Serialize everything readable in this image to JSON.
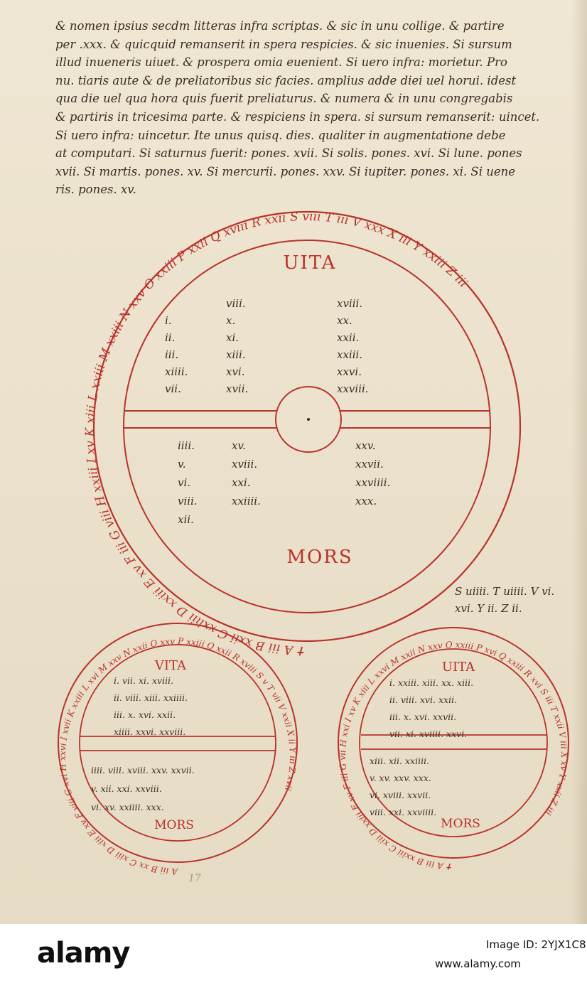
{
  "text_lines": [
    "& nomen ipsius secdm litteras infra scriptas. & sic in unu collige. & partire",
    "per .xxx. & quicquid remanserit in spera respicies. & sic inuenies. Si sursum",
    "illud inueneris uiuet. & prospera omia euenient. Si uero infra: morietur. Pro",
    "nu. tiaris aute & de preliatoribus sic facies. amplius adde diei uel horui. idest",
    "qua die uel qua hora quis fuerit preliaturus. & numera & in unu congregabis",
    "& partiris in tricesima parte. & respiciens in spera. si sursum remanserit: uincet.",
    "Si uero infra: uincetur. Ite unus quisq. dies. qualiter in augmentatione debe",
    "at computari. Si saturnus fuerit: pones. xvii. Si solis. pones. xvi. Si lune. pones",
    "xvii. Si martis. pones. xv. Si mercurii. pones. xxv. Si iupiter. pones. xi. Si uene",
    "ris. pones. xv."
  ],
  "big_circle": {
    "vita_label": "UITA",
    "mors_label": "MORS",
    "ring_text": "✝ A iii B xxii C xxiiii D xxiii E xv F iii G viii H xxiii I xv K xiii L xxiii M xxiii N xxv O xxiii P xxii Q xviii R xxii S viii T iii V xxx X iii Y xxiii Z iii",
    "upper_rows": [
      [
        "",
        "viii.",
        "xviii."
      ],
      [
        "i.",
        "x.",
        "xx."
      ],
      [
        "ii.",
        "xi.",
        "xxii."
      ],
      [
        "iii.",
        "xiii.",
        "xxiii."
      ],
      [
        "xiiii.",
        "xvi.",
        "xxvi."
      ],
      [
        "vii.",
        "xvii.",
        "xxviii."
      ]
    ],
    "lower_rows": [
      [
        "iiii.",
        "xv.",
        "xxv."
      ],
      [
        "v.",
        "xviii.",
        "xxvii."
      ],
      [
        "vi.",
        "xxi.",
        "xxviiii."
      ],
      [
        "viii.",
        "xxiiii.",
        "xxx."
      ],
      [
        "xii.",
        "",
        ""
      ]
    ]
  },
  "side_note": [
    "S uiiii. T uiiii. V vi.",
    "xvi. Y ii. Z ii."
  ],
  "small_left": {
    "vita_label": "VITA",
    "mors_label": "MORS",
    "ring_text": "A iii B xx C xiii D xiii E xv F viii G xvi H xxvi I xvii K xxiii L xvi M xxv N xxii O xxv P xxiii Q xxii R xviii S v T vii V xxii X ii Y iii Z xvii",
    "upper_rows": [
      "i. vii. xi. xviii.",
      "ii. viii. xiii. xxiiii.",
      "iii. x. xvi. xxii.",
      "xiiii. xxvi. xxviii."
    ],
    "lower_rows": [
      "iiii. viii. xviii. xxv. xxvii.",
      "v. xii. xxi. xxviii.",
      "vi. xv. xxiiii. xxx."
    ]
  },
  "small_right": {
    "vita_label": "UITA",
    "mors_label": "MORS",
    "ring_text": "✝ A iii B xxiii C xiii D xxiii E xv F iii G vii H xxi I xv K xiii L xxvi M xxii N xxv O xxiii P xvi Q xxiii R xvi S iii T xxii V iii X xv Y xxii Z iii",
    "upper_rows": [
      "i. xxiii. xiii. xx. xiii.",
      "ii. viii. xvi. xxii.",
      "iii. x. xvi. xxvii.",
      "vii. xi. xviiii. xxvi."
    ],
    "lower_rows": [
      "xiii. xii. xxiiii.",
      "v. xv. xxv. xxx.",
      "vi. xviii. xxvii.",
      "viii. xxi. xxviiii."
    ]
  },
  "folio": "17",
  "watermark": {
    "brand": "alamy",
    "image_id": "Image ID: 2YJX1C8",
    "site": "www.alamy.com"
  },
  "colors": {
    "parchment": "#ebe1cc",
    "ink_brown": "#3a2c22",
    "rubric_red": "#b8322a"
  }
}
